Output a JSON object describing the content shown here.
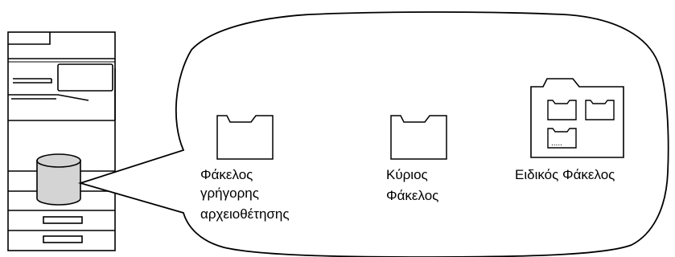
{
  "folders": [
    {
      "id": "quick",
      "label_lines": [
        "Φάκελος",
        "γρήγορης",
        "αρχειοθέτησης"
      ],
      "icon": "folder-icon"
    },
    {
      "id": "main",
      "label_lines": [
        "Κύριος",
        "Φάκελος"
      ],
      "icon": "folder-icon"
    },
    {
      "id": "custom",
      "label_lines": [
        "Ειδικός Φάκελος"
      ],
      "icon": "folder-with-subfolders-icon"
    }
  ],
  "colors": {
    "stroke": "#000000",
    "background": "#ffffff",
    "drive_fill": "#d4d4d4"
  }
}
